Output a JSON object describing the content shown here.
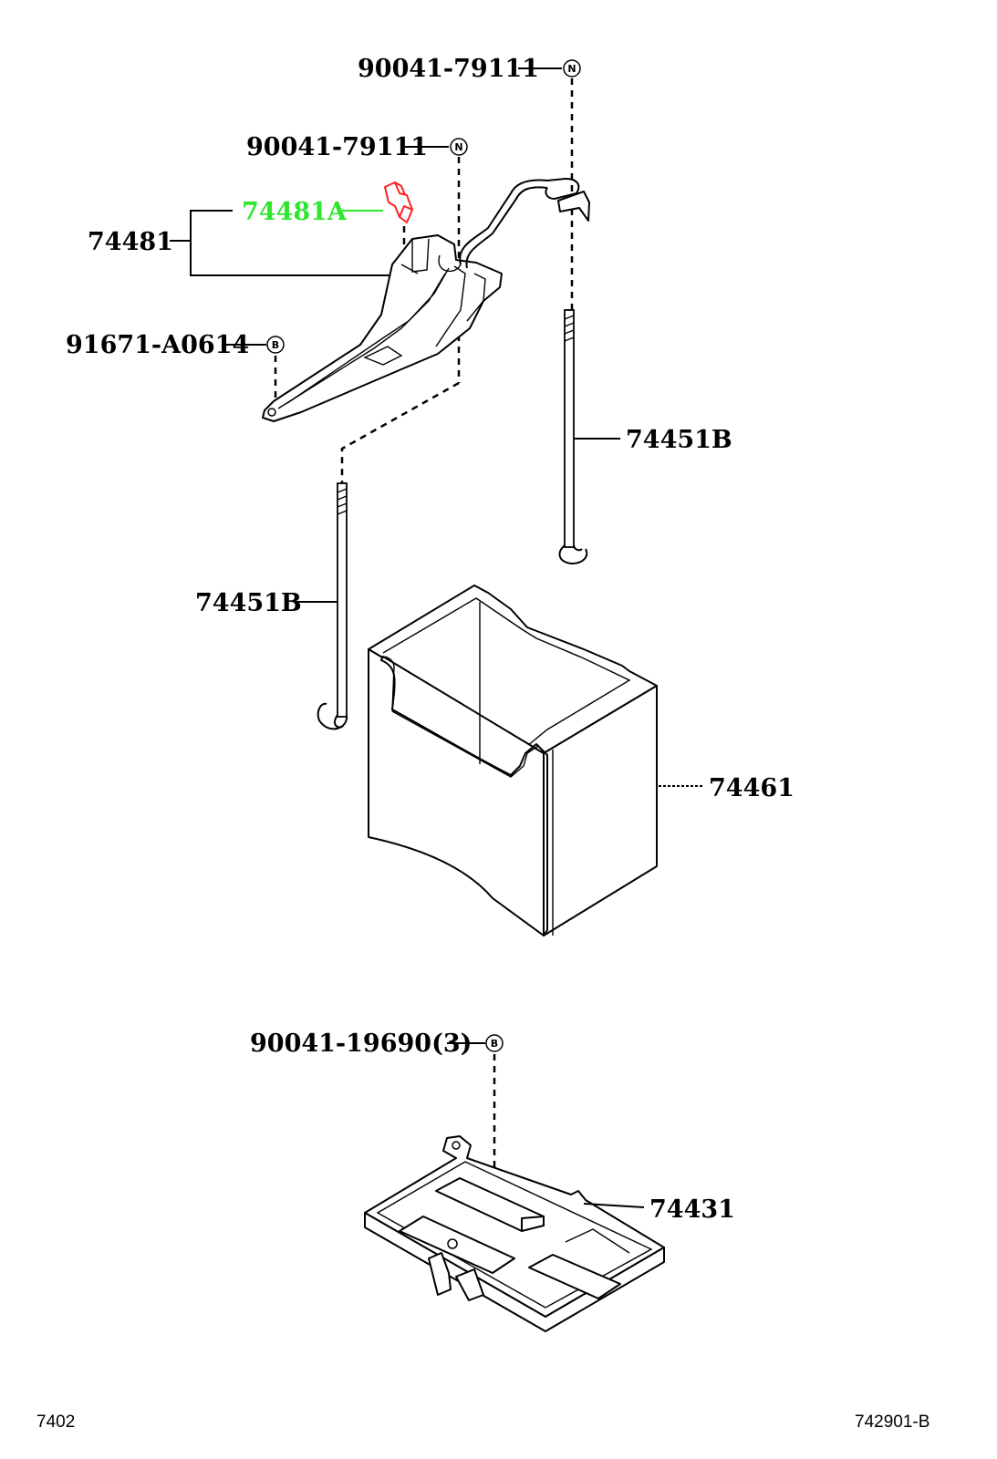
{
  "labels": {
    "nut_upper_right": "90041-79111",
    "nut_upper_left": "90041-79111",
    "clamp_sub": "74481A",
    "clamp": "74481",
    "bolt_clamp": "91671-A0614",
    "rod_right": "74451B",
    "rod_left": "74451B",
    "battery_box": "74461",
    "bolt_tray": "90041-19690(3)",
    "tray": "74431"
  },
  "markers": {
    "nut": "N",
    "bolt": "B"
  },
  "footer": {
    "left_code": "7402",
    "right_code": "742901-B"
  },
  "colors": {
    "highlight_label": "#2ee62e",
    "highlight_part": "#ff2020",
    "line": "#000000"
  }
}
